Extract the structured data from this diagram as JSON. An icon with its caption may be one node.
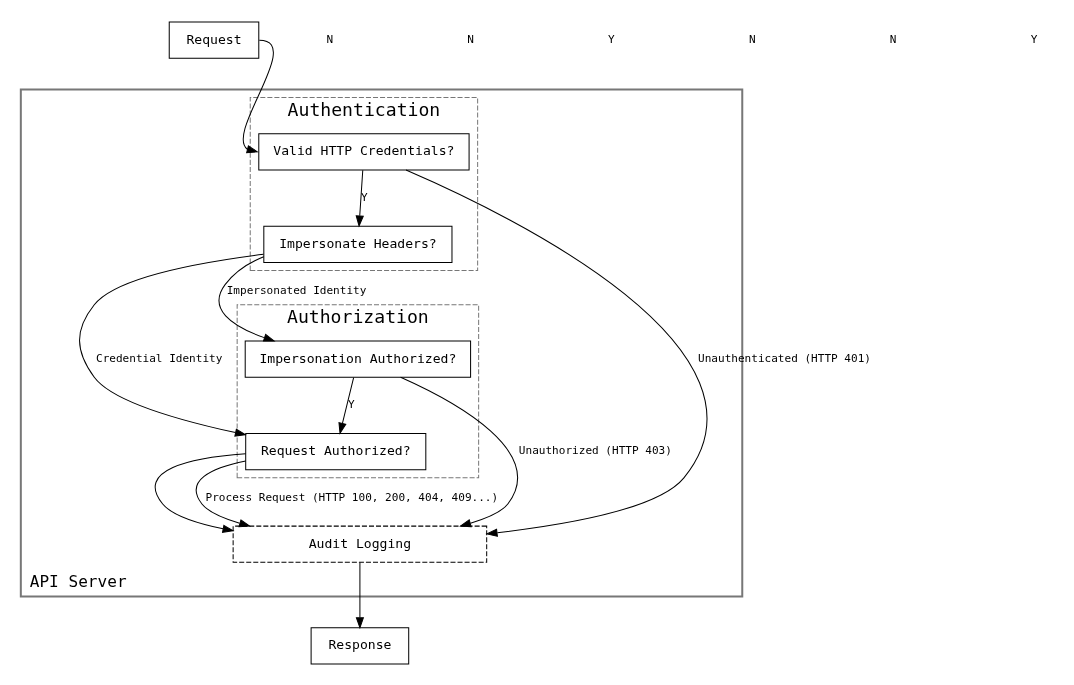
{
  "diagram": {
    "nodes": [
      {
        "text": [
          "API Server"
        ]
      },
      {
        "text": [
          "Authentication"
        ],
        "in": 0
      },
      {
        "text": [
          "Valid HTTP Credentials?"
        ],
        "in": 1
      },
      {
        "text": [
          "Impersonate Headers?"
        ],
        "in": 1
      },
      {
        "text": [
          "Authorization"
        ],
        "in": 0
      },
      {
        "text": [
          "Impersonation Authorized?"
        ],
        "in": 4
      },
      {
        "text": [
          "Request Authorized?"
        ],
        "in": 4
      },
      {
        "text": [
          "Audit Logging"
        ],
        "in": 0
      },
      {
        "text": [
          "Request"
        ]
      },
      {
        "text": [
          "Response"
        ]
      }
    ],
    "edges": [
      {
        "from": 8,
        "to": 2,
        "arrow": "to"
      },
      {
        "from": 2,
        "to": 3,
        "arrow": "to",
        "label": "Y"
      },
      {
        "from": 3,
        "to": 6,
        "arrow": "to",
        "label": "Credential Identity"
      },
      {
        "from": 3,
        "to": 5,
        "arrow": "to",
        "label": "Impersonated Identity"
      },
      {
        "from": 5,
        "to": 6,
        "arrow": "to",
        "label": "Y"
      },
      {
        "from": 2,
        "to": 7,
        "arrow": "to",
        "label": "Unauthenticated (HTTP 401)"
      },
      {
        "from": 5,
        "to": 7,
        "arrow": "to",
        "label": "Unauthorized (HTTP 403)"
      },
      {
        "from": 6,
        "to": 7,
        "arrow": "to"
      },
      {
        "from": 6,
        "to": 7,
        "arrow": "to",
        "label": "Process Request (HTTP 100, 200, 404, 409...)"
      },
      {
        "from": 7,
        "to": 9,
        "arrow": "to"
      }
    ],
    "labels": [
      "N",
      "N",
      "Y",
      "N",
      "N",
      "Y"
    ]
  }
}
